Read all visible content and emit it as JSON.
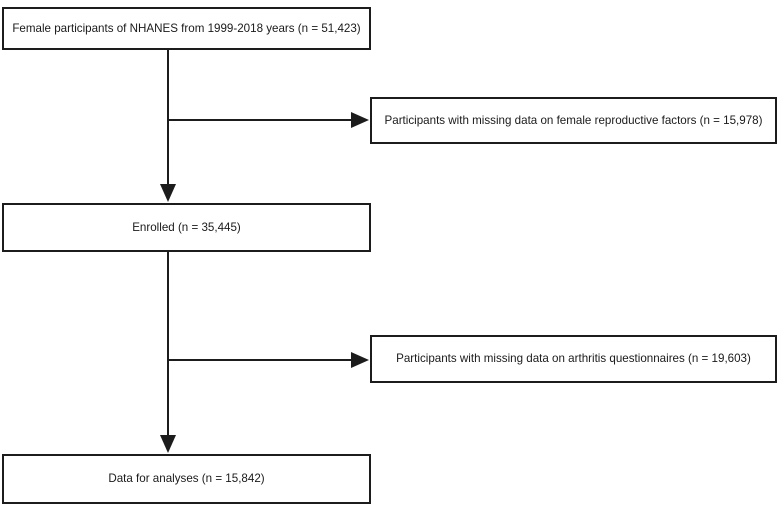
{
  "diagram": {
    "nodes": {
      "initial": {
        "label": "Female participants of NHANES from 1999-2018 years (n = 51,423)"
      },
      "excluded_reproductive": {
        "label": "Participants with missing data on female reproductive factors (n = 15,978)"
      },
      "enrolled": {
        "label": "Enrolled (n = 35,445)"
      },
      "excluded_arthritis": {
        "label": "Participants with missing data on arthritis questionnaires (n = 19,603)"
      },
      "final": {
        "label": "Data for analyses (n = 15,842)"
      }
    },
    "colors": {
      "line": "#1c1c1c",
      "border": "#1c1c1c",
      "text": "#1a1a1a",
      "background": "#ffffff"
    }
  }
}
